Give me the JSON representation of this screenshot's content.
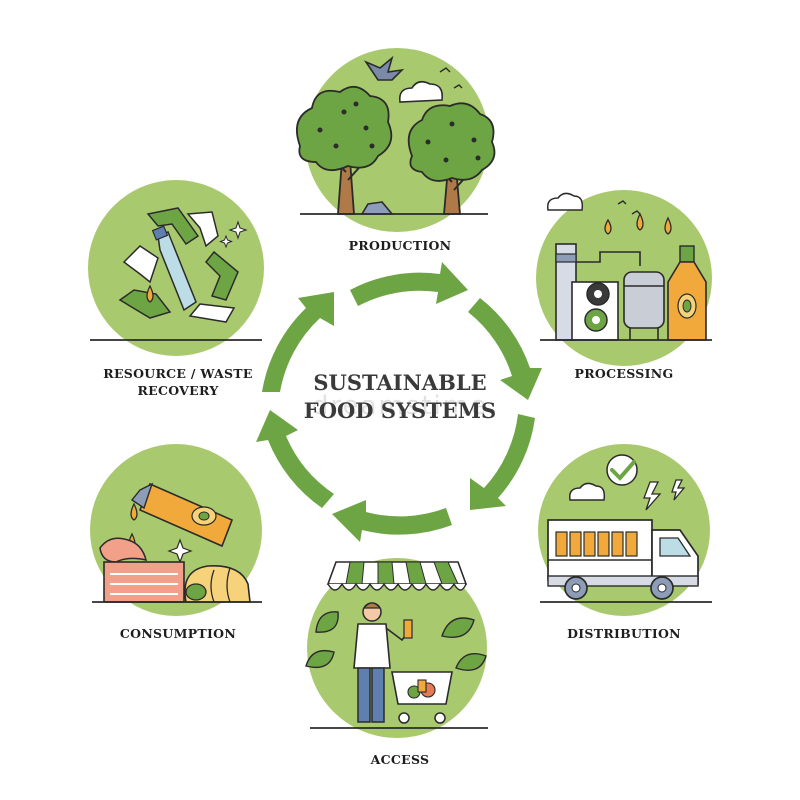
{
  "title": {
    "line1": "SUSTAINABLE",
    "line2": "FOOD SYSTEMS"
  },
  "watermark": "dreamstime",
  "stages": [
    {
      "id": "production",
      "label": "PRODUCTION"
    },
    {
      "id": "processing",
      "label": "PROCESSING"
    },
    {
      "id": "distribution",
      "label": "DISTRIBUTION"
    },
    {
      "id": "access",
      "label": "ACCESS"
    },
    {
      "id": "consumption",
      "label": "CONSUMPTION"
    },
    {
      "id": "recovery",
      "label_line1": "RESOURCE / WASTE",
      "label_line2": "RECOVERY"
    }
  ],
  "colors": {
    "circle_fill": "#a9c96e",
    "arrow": "#6ea544",
    "outline": "#2b2b2b",
    "leaf_green": "#8cbf55",
    "orange": "#f2a93b",
    "sky_blue": "#bcdde6"
  },
  "icons": [
    "tree-icon",
    "bird-icon",
    "cloud-icon",
    "factory-icon",
    "gear-icon",
    "tank-icon",
    "bottle-icon",
    "truck-icon",
    "checkmark-icon",
    "lightning-icon",
    "awning-icon",
    "shopper-icon",
    "cart-icon",
    "leaf-icon",
    "fish-icon",
    "bread-icon",
    "shrimp-icon",
    "recycle-icon",
    "sparkle-icon",
    "drop-icon"
  ]
}
